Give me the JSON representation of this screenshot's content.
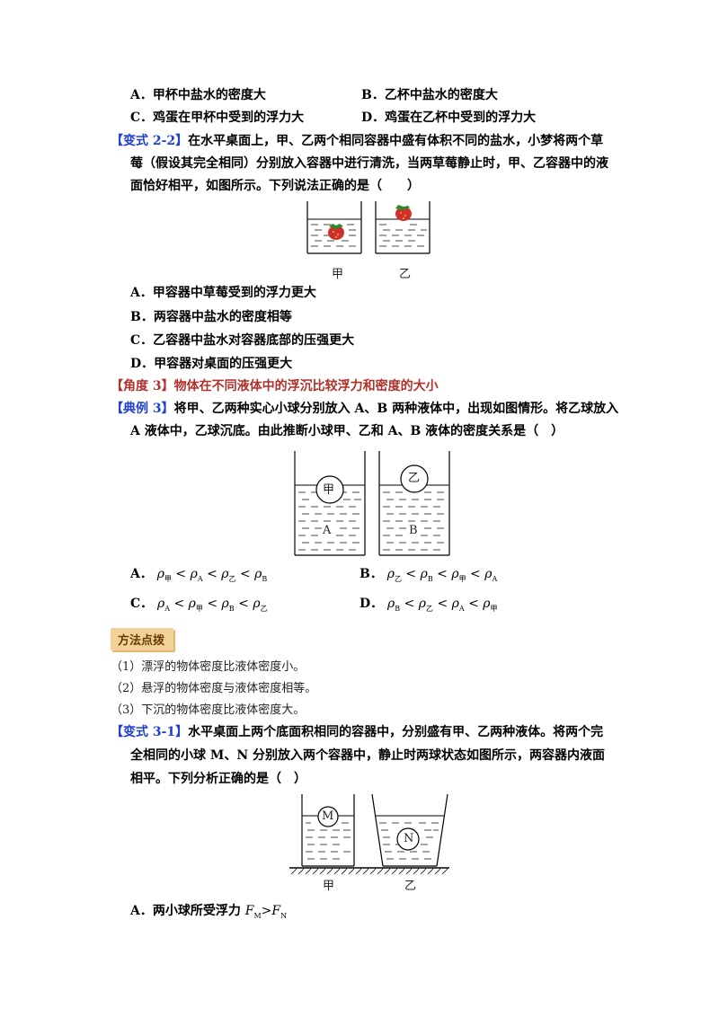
{
  "prev_options": {
    "A": "A．甲杯中盐水的密度大",
    "B": "B．乙杯中盐水的密度大",
    "C": "C．鸡蛋在甲杯中受到的浮力大",
    "D": "D．鸡蛋在乙杯中受到的浮力大"
  },
  "q22": {
    "tag": "【变式 2-2】",
    "line1": "在水平桌面上，甲、乙两个相同容器中盛有体积不同的盐水，小梦将两个草",
    "line2": "莓（假设其完全相同）分别放入容器中进行清洗，当两草莓静止时，甲、乙容器中的液",
    "line3": "面恰好相平，如图所示。下列说法正确的是（　　）",
    "label_left": "甲",
    "label_right": "乙",
    "options": [
      "A．甲容器中草莓受到的浮力更大",
      "B．两容器中盐水的密度相等",
      "C．乙容器中盐水对容器底部的压强更大",
      "D．甲容器对桌面的压强更大"
    ]
  },
  "angle3": "【角度 3】物体在不同液体中的浮沉比较浮力和密度的大小",
  "ex3": {
    "tag": "【典例 3】",
    "line1": "将甲、乙两种实心小球分别放入 A、B 两种液体中，出现如图情形。将乙球放入",
    "line2": "A 液体中，乙球沉底。由此推断小球甲、乙和 A、B 液体的密度关系是（　）",
    "ball_left": "甲",
    "ball_right": "乙",
    "liquid_left": "A",
    "liquid_right": "B",
    "opt_labels": [
      "A．",
      "B．",
      "C．",
      "D．"
    ],
    "opt_formulas": [
      [
        "ρ",
        "甲",
        " < ρ",
        "A",
        " < ρ",
        "乙",
        " < ρ",
        "B"
      ],
      [
        "ρ",
        "乙",
        " < ρ",
        "B",
        " < ρ",
        "甲",
        " < ρ",
        "A"
      ],
      [
        "ρ",
        "A",
        " < ρ",
        "甲",
        " < ρ",
        "B",
        " < ρ",
        "乙"
      ],
      [
        "ρ",
        "B",
        " < ρ",
        "乙",
        " < ρ",
        "A",
        " < ρ",
        "甲"
      ]
    ]
  },
  "method": {
    "badge": "方法点拨",
    "items": [
      "（1）漂浮的物体密度比液体密度小。",
      "（2）悬浮的物体密度与液体密度相等。",
      "（3）下沉的物体密度比液体密度大。"
    ]
  },
  "q31": {
    "tag": "【变式 3-1】",
    "line1": "水平桌面上两个底面积相同的容器中，分别盛有甲、乙两种液体。将两个完",
    "line2": "全相同的小球 M、N 分别放入两个容器中，静止时两球状态如图所示，两容器内液面",
    "line3": "相平。下列分析正确的是（　）",
    "ball_left": "M",
    "ball_right": "N",
    "label_left": "甲",
    "label_right": "乙",
    "optA": "A．两小球所受浮力",
    "optA_formula": [
      "F",
      "M",
      ">",
      "F",
      "N"
    ]
  },
  "colors": {
    "tag_blue": "#1f3fd0",
    "angle_red": "#b0302a",
    "badge_bg": "#f2d29a",
    "strawberry": "#d0302a"
  }
}
